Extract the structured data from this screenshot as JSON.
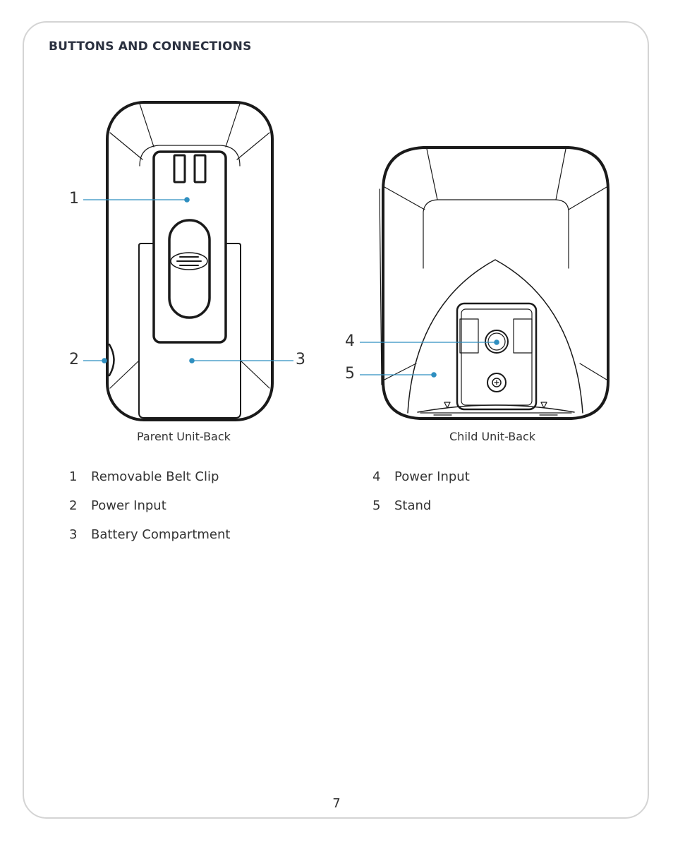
{
  "section_title": "BUTTONS AND CONNECTIONS",
  "figures": {
    "parent": {
      "caption": "Parent Unit-Back",
      "callouts": [
        "1",
        "2",
        "3"
      ]
    },
    "child": {
      "caption": "Child Unit-Back",
      "callouts": [
        "4",
        "5"
      ]
    }
  },
  "legend": {
    "left": [
      {
        "num": "1",
        "label": "Removable Belt Clip"
      },
      {
        "num": "2",
        "label": "Power Input"
      },
      {
        "num": "3",
        "label": "Battery Compartment"
      }
    ],
    "right": [
      {
        "num": "4",
        "label": "Power Input"
      },
      {
        "num": "5",
        "label": "Stand"
      }
    ]
  },
  "page_number": "7",
  "colors": {
    "callout_line": "#2f8fc0",
    "outline": "#1a1a1a",
    "frame": "#d4d4d4"
  }
}
